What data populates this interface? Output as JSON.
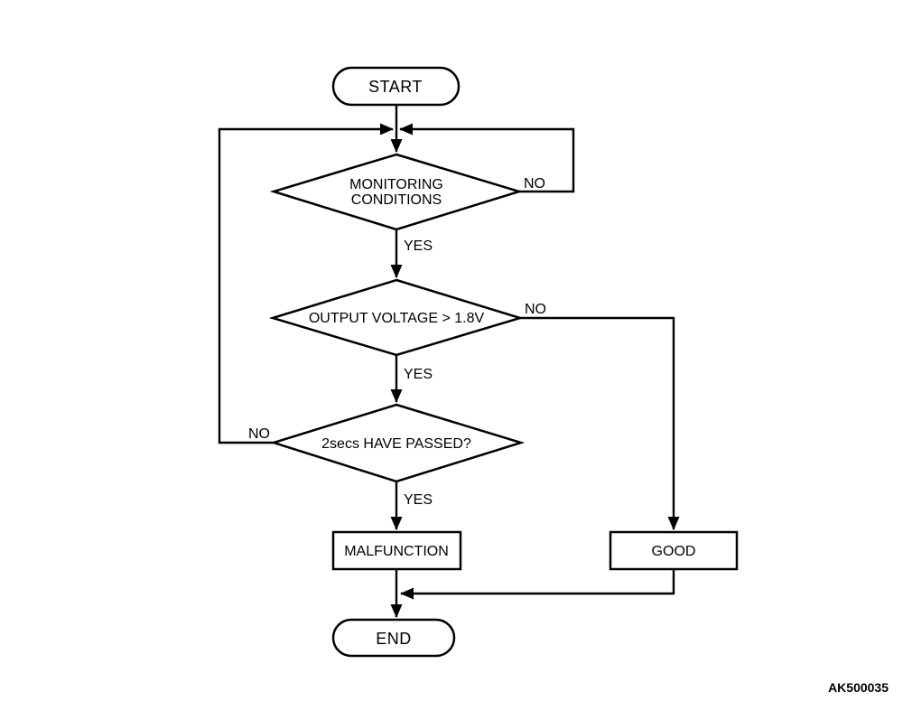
{
  "figure": {
    "code": "AK500035"
  },
  "colors": {
    "line": "#000000",
    "background": "#ffffff"
  },
  "nodes": {
    "start": {
      "label": "START"
    },
    "monitoring": {
      "line1": "MONITORING",
      "line2": "CONDITIONS"
    },
    "voltage": {
      "label": "OUTPUT VOLTAGE > 1.8V"
    },
    "timer": {
      "label": "2secs HAVE PASSED?"
    },
    "malfunction": {
      "label": "MALFUNCTION"
    },
    "good": {
      "label": "GOOD"
    },
    "end": {
      "label": "END"
    }
  },
  "edges": {
    "monitoring_yes": "YES",
    "monitoring_no": "NO",
    "voltage_yes": "YES",
    "voltage_no": "NO",
    "timer_yes": "YES",
    "timer_no": "NO"
  }
}
